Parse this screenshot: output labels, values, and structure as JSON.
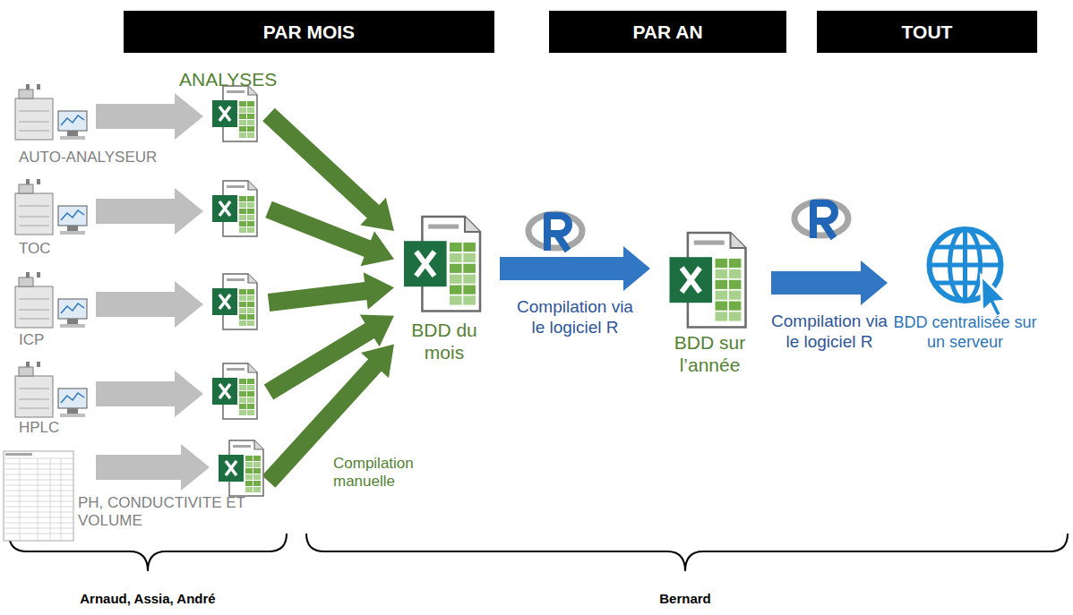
{
  "diagram": {
    "nodes": [
      {
        "text": [
          "PAR MOIS"
        ]
      },
      {
        "text": [
          "PAR AN"
        ]
      },
      {
        "text": [
          "TOUT"
        ]
      },
      {
        "text": [
          "AUTO-ANALYSEUR"
        ]
      },
      {
        "text": [
          "TOC"
        ]
      },
      {
        "text": [
          "ICP"
        ]
      },
      {
        "text": [
          "HPLC"
        ]
      },
      {
        "text": [
          "PH, CONDUCTIVITE ET VOLUME"
        ]
      },
      {
        "text": [
          "BDD du mois"
        ]
      },
      {
        "text": [
          "BDD sur l’année"
        ]
      },
      {
        "text": [
          "BDD centralisée sur un serveur"
        ]
      }
    ],
    "edges": [
      {
        "from": 3,
        "to": 8,
        "arrow": "to"
      },
      {
        "from": 4,
        "to": 8,
        "arrow": "to"
      },
      {
        "from": 5,
        "to": 8,
        "arrow": "to"
      },
      {
        "from": 6,
        "to": 8,
        "arrow": "to"
      },
      {
        "from": 7,
        "to": 8,
        "arrow": "to"
      },
      {
        "from": 8,
        "to": 9,
        "label": "Compilation via le logiciel R",
        "arrow": "to"
      },
      {
        "from": 9,
        "to": 10,
        "label": "Compilation via le logiciel R",
        "arrow": "to"
      }
    ],
    "labels": [
      "ANALYSES",
      "Compilation manuelle",
      "Arnaud, Assia, André",
      "Bernard"
    ]
  }
}
